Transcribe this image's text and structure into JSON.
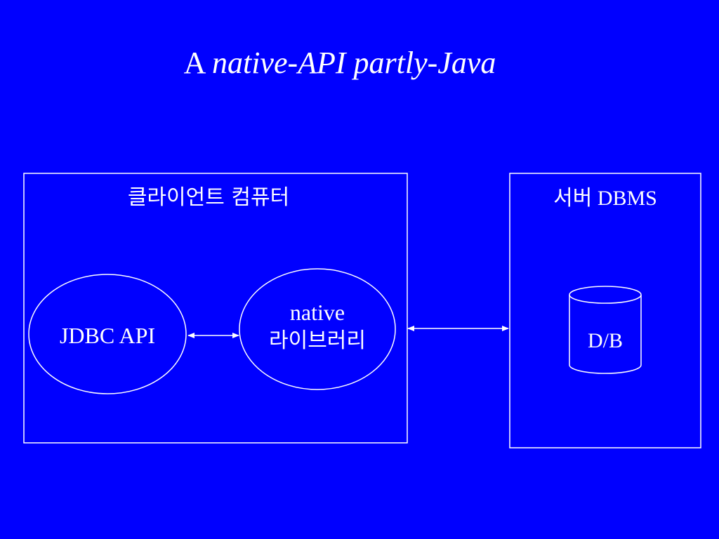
{
  "colors": {
    "background": "#0000ff",
    "foreground": "#ffffff"
  },
  "title": {
    "prefix": "A ",
    "emphasis": "native-API partly-Java"
  },
  "client": {
    "label": "클라이언트 컴퓨터",
    "jdbc_api": "JDBC API",
    "native_lib_line1": "native",
    "native_lib_line2": "라이브러리"
  },
  "server": {
    "label_korean": "서버",
    "label_product": "DBMS",
    "database": "D/B"
  }
}
